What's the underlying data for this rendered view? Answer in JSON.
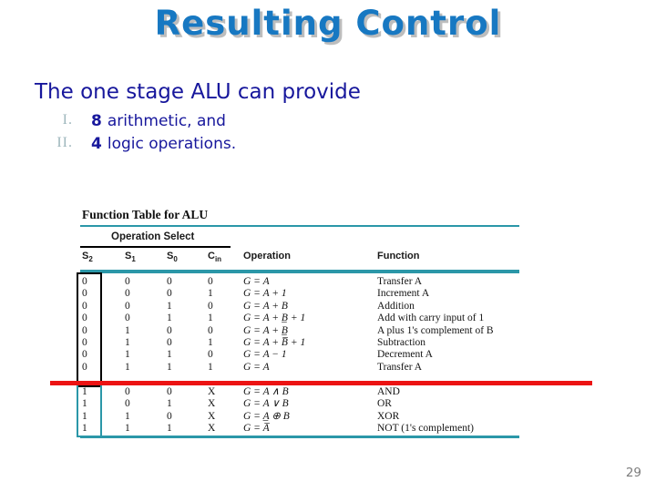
{
  "slide": {
    "title": "Resulting Control",
    "page_number": "29"
  },
  "body": {
    "heading": "The one stage ALU can provide",
    "items": [
      {
        "numeral": "I.",
        "value": "8",
        "text": "arithmetic, and"
      },
      {
        "numeral": "II.",
        "value": "4",
        "text": "logic operations."
      }
    ]
  },
  "table": {
    "title": "Function Table for ALU",
    "group_header": "Operation Select",
    "columns": [
      {
        "base": "S",
        "sub": "2"
      },
      {
        "base": "S",
        "sub": "1"
      },
      {
        "base": "S",
        "sub": "0"
      },
      {
        "base": "C",
        "sub": "in"
      },
      {
        "base": "Operation",
        "sub": ""
      },
      {
        "base": "Function",
        "sub": ""
      }
    ],
    "rows": [
      [
        "0",
        "0",
        "0",
        "0",
        "G = A",
        "Transfer A"
      ],
      [
        "0",
        "0",
        "0",
        "1",
        "G = A + 1",
        "Increment A"
      ],
      [
        "0",
        "0",
        "1",
        "0",
        "G = A + B",
        "Addition"
      ],
      [
        "0",
        "0",
        "1",
        "1",
        "G = A + B̲ + 1",
        "Add with carry input of 1"
      ],
      [
        "0",
        "1",
        "0",
        "0",
        "G = A + B̲",
        "A plus 1's complement of B"
      ],
      [
        "0",
        "1",
        "0",
        "1",
        "G = A + B̅ + 1",
        "Subtraction"
      ],
      [
        "0",
        "1",
        "1",
        "0",
        "G = A − 1",
        "Decrement A"
      ],
      [
        "0",
        "1",
        "1",
        "1",
        "G = A",
        "Transfer A"
      ],
      [
        "1",
        "0",
        "0",
        "X",
        "G = A ∧ B",
        "AND"
      ],
      [
        "1",
        "0",
        "1",
        "X",
        "G = A ∨ B",
        "OR"
      ],
      [
        "1",
        "1",
        "0",
        "X",
        "G = A̲ ⊕ B",
        "XOR"
      ],
      [
        "1",
        "1",
        "1",
        "X",
        "G = A̅",
        "NOT (1's complement)"
      ]
    ]
  },
  "colors": {
    "title_blue": "#1778c2",
    "title_shadow": "#bdbdbd",
    "body_navy": "#17179c",
    "numeral_gray": "#9db6bc",
    "teal_rule": "#2b97a8",
    "red_line": "#ec1313",
    "page_number_gray": "#7d7d7d"
  }
}
